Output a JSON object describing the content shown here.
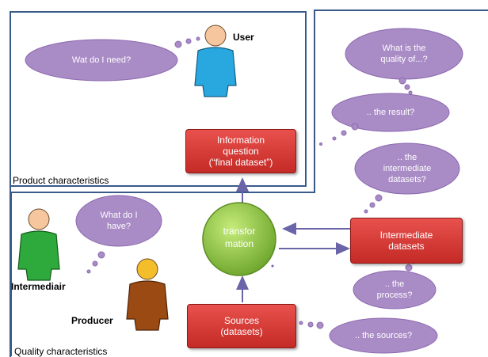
{
  "panels": {
    "product_label": "Product characteristics",
    "quality_label": "Quality characteristics"
  },
  "actors": {
    "user": "User",
    "intermediair": "Intermediair",
    "producer": "Producer"
  },
  "boxes": {
    "information_question": [
      "Information",
      "question",
      "(“final dataset”)"
    ],
    "intermediate": [
      "Intermediate",
      "datasets"
    ],
    "sources": [
      "Sources",
      "(datasets)"
    ]
  },
  "center": [
    "transfor",
    "mation"
  ],
  "clouds": {
    "user_need": [
      "Wat do I need?"
    ],
    "what_have": [
      "What do I",
      "have?"
    ],
    "quality_of": [
      "What is the",
      "quality of...?"
    ],
    "result": [
      ".. the result?"
    ],
    "intermediate": [
      ".. the",
      "intermediate",
      "datasets?"
    ],
    "process": [
      ".. the",
      "process?"
    ],
    "sources": [
      ".. the sources?"
    ]
  },
  "colors": {
    "panel_border": "#3a5a8a",
    "cloud": "#a98bc6",
    "box": "#d0312d",
    "center": "#8cc63f",
    "arrow": "#6a64a8",
    "user": "#29a8e0",
    "intermediair": "#2eaa3c",
    "producer": "#9a4a12"
  }
}
